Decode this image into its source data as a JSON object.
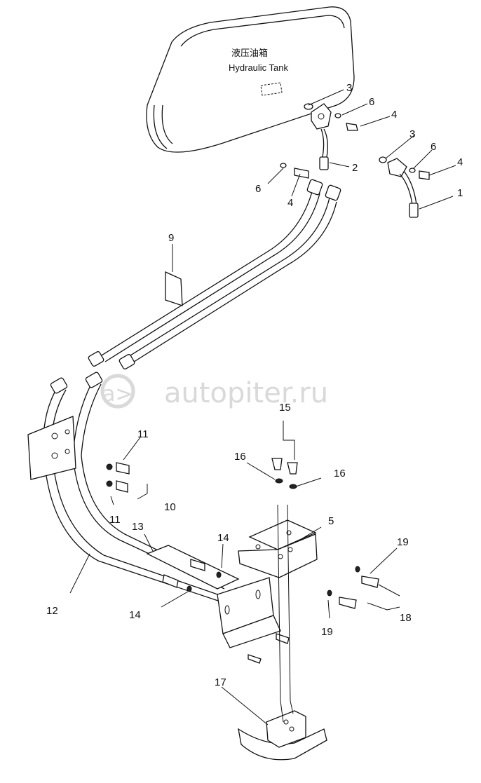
{
  "tank": {
    "label_cn": "液压油箱",
    "label_en": "Hydraulic Tank"
  },
  "watermark": {
    "text": "autopiter.ru",
    "logo_glyph": "a>"
  },
  "callouts": {
    "c1": "1",
    "c2": "2",
    "c3a": "3",
    "c3b": "3",
    "c4a": "4",
    "c4b": "4",
    "c4c": "4",
    "c5": "5",
    "c6a": "6",
    "c6b": "6",
    "c6c": "6",
    "c9": "9",
    "c10": "10",
    "c11a": "11",
    "c11b": "11",
    "c12": "12",
    "c13": "13",
    "c14a": "14",
    "c14b": "14",
    "c15": "15",
    "c16a": "16",
    "c16b": "16",
    "c17": "17",
    "c18": "18",
    "c19a": "19",
    "c19b": "19"
  }
}
